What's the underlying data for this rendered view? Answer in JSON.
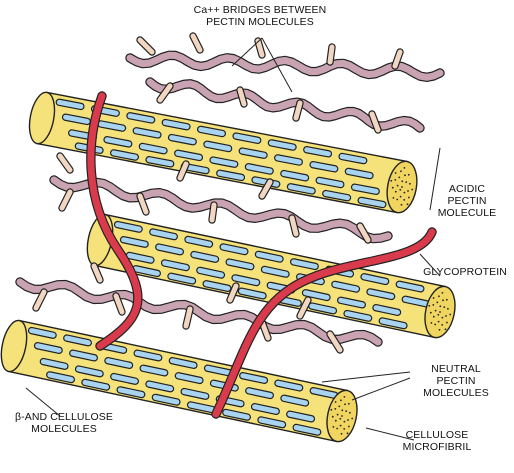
{
  "labels": {
    "ca_bridges": [
      "Ca++ BRIDGES BETWEEN",
      "PECTIN MOLECULES"
    ],
    "acidic_pectin": [
      "ACIDIC",
      "PECTIN",
      "MOLECULE"
    ],
    "glycoprotein": [
      "GLYCOPROTEIN"
    ],
    "neutral_pectin": [
      "NEUTRAL",
      "PECTIN",
      "MOLECULES"
    ],
    "beta_cellulose": [
      "β-AND CELLULOSE",
      "MOLECULES"
    ],
    "cellulose_microfibril": [
      "CELLULOSE",
      "MICROFIBRIL"
    ]
  },
  "colors": {
    "microfibril_fill": "#f5e27a",
    "microfibril_end": "#f0d560",
    "hemicellulose_blue": "#a9d4ef",
    "pectin_mauve": "#c9a3b1",
    "neutral_pectin_tan": "#f1d6c2",
    "glycoprotein_red": "#d93a4c",
    "outline": "#222222"
  }
}
